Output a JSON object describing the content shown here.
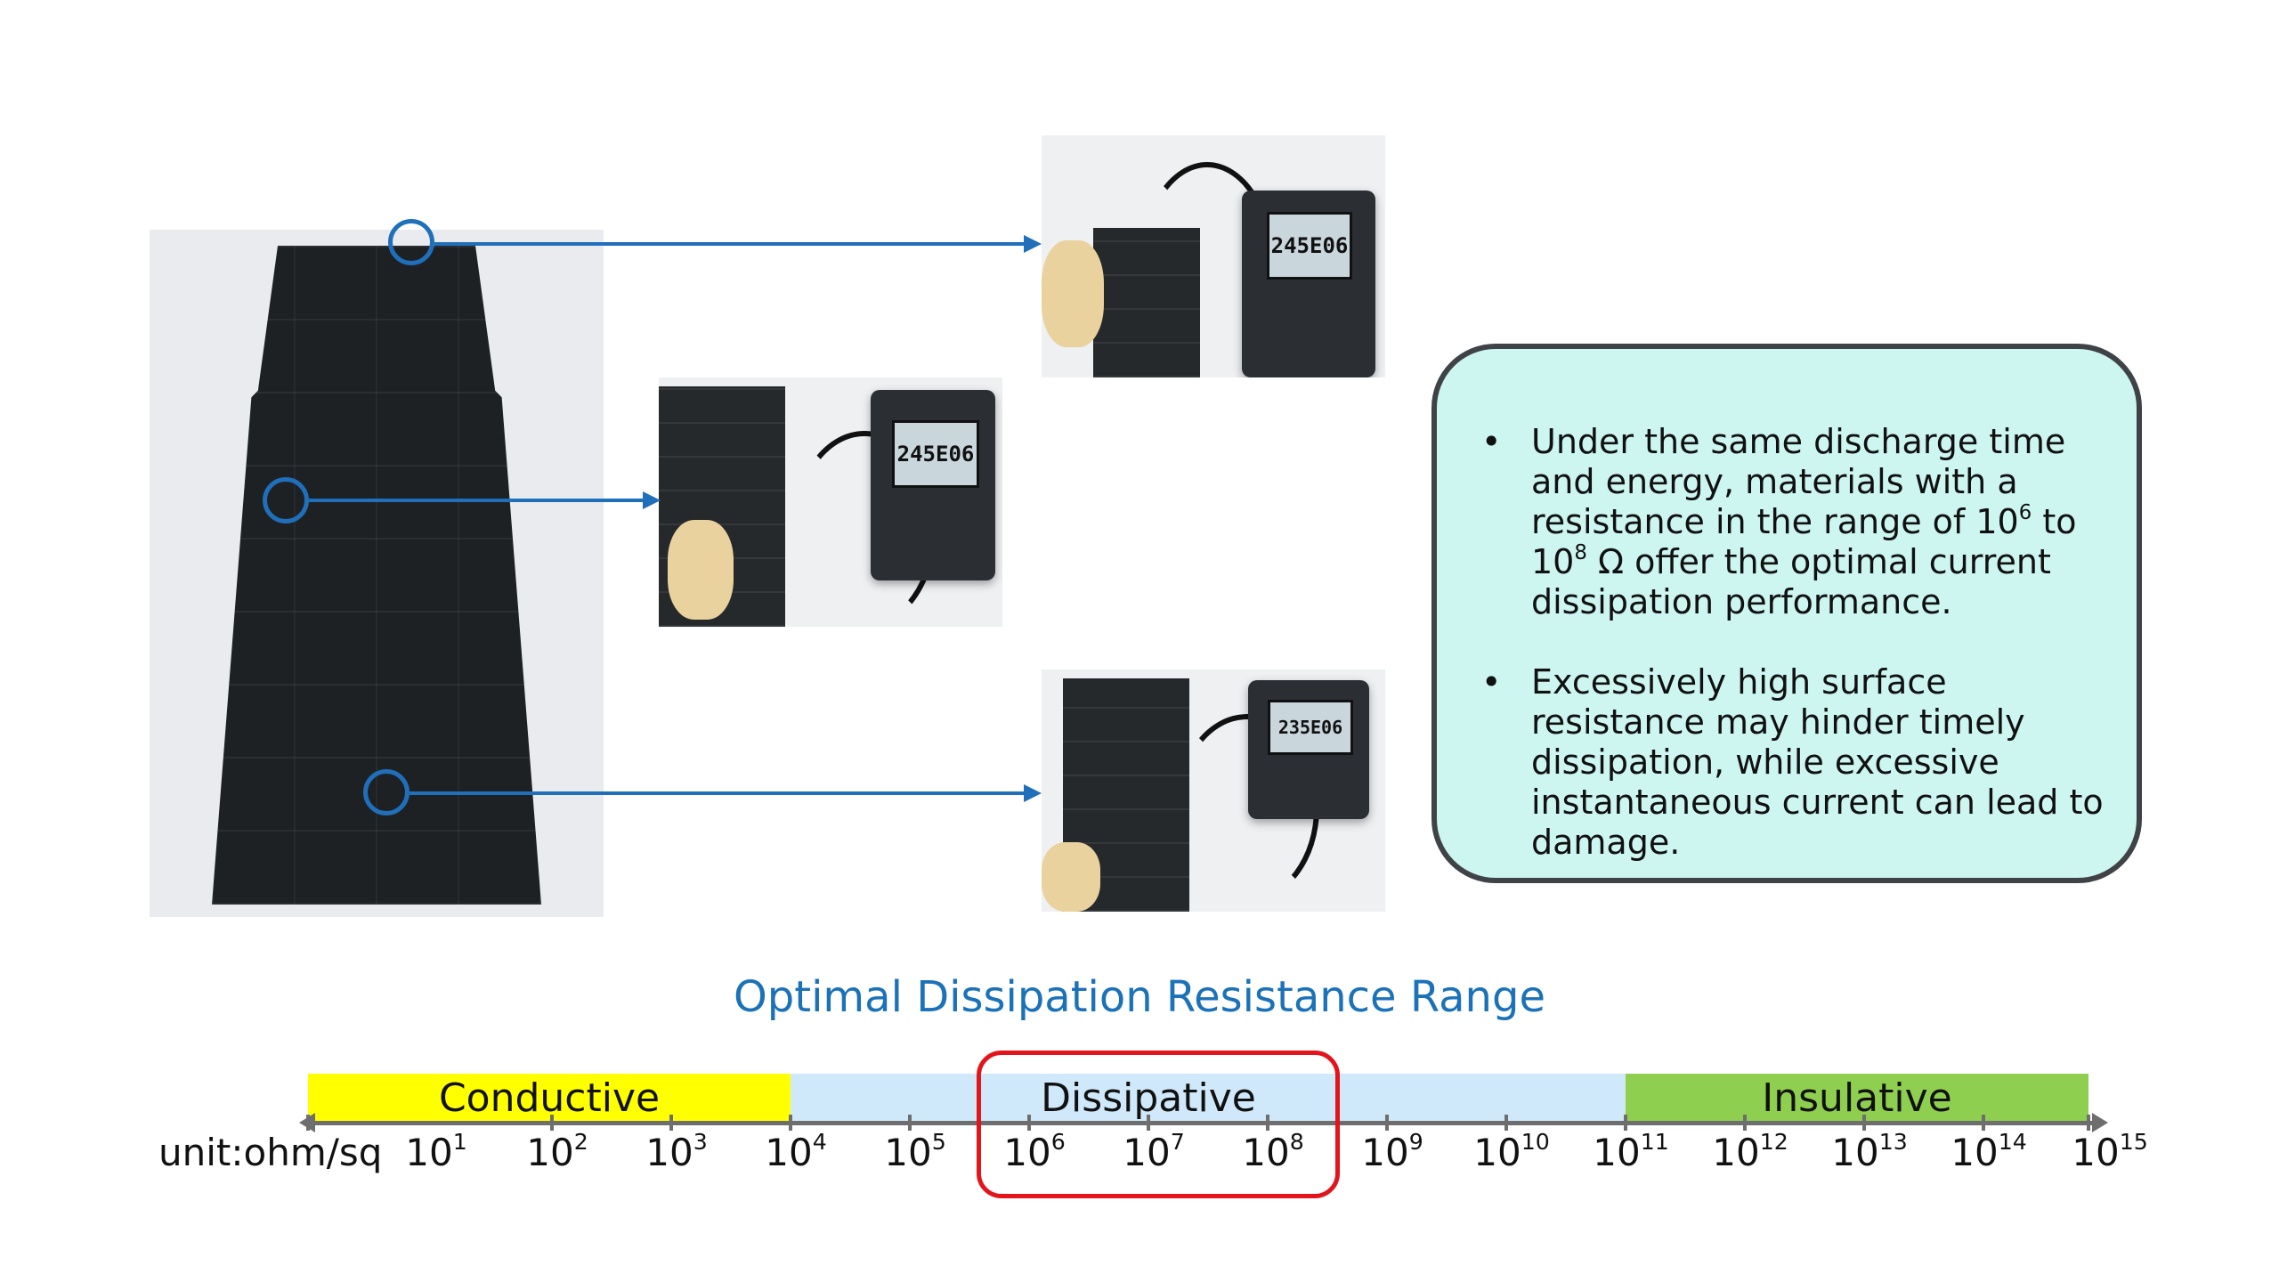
{
  "callout": {
    "bullets": [
      {
        "symbol": "•",
        "parts": [
          "Under the same discharge time and energy, materials with a resistance in the range of 10",
          "6",
          " to 10",
          "8",
          " Ω offer the optimal current dissipation performance."
        ]
      },
      {
        "symbol": "•",
        "parts": [
          "Excessively high surface resistance may hinder timely dissipation, while excessive instantaneous current can lead to damage."
        ]
      }
    ]
  },
  "meter_readings": [
    "245E06",
    "245E06",
    "235E06"
  ],
  "scale": {
    "title": "Optimal Dissipation Resistance Range",
    "unit": "unit:ohm/sq",
    "base": "10",
    "exponents": [
      "1",
      "2",
      "3",
      "4",
      "5",
      "6",
      "7",
      "8",
      "9",
      "10",
      "11",
      "12",
      "13",
      "14",
      "15"
    ],
    "bands": [
      {
        "label": "Conductive",
        "color": "#ffff00",
        "from": 1,
        "to": 4
      },
      {
        "label": "",
        "color": "#cfe9fa",
        "from": 4,
        "to": 11
      },
      {
        "label": "Dissipative",
        "color": "",
        "from": 6,
        "to": 8
      },
      {
        "label": "Insulative",
        "color": "#8fcf4f",
        "from": 11,
        "to": 15
      }
    ],
    "highlight_color": "#e3141b",
    "axis_color": "#6e6e6e"
  },
  "colors": {
    "accent_blue": "#1f6fba",
    "callout_fill": "#cdf6f1",
    "callout_border": "#3f4347"
  }
}
